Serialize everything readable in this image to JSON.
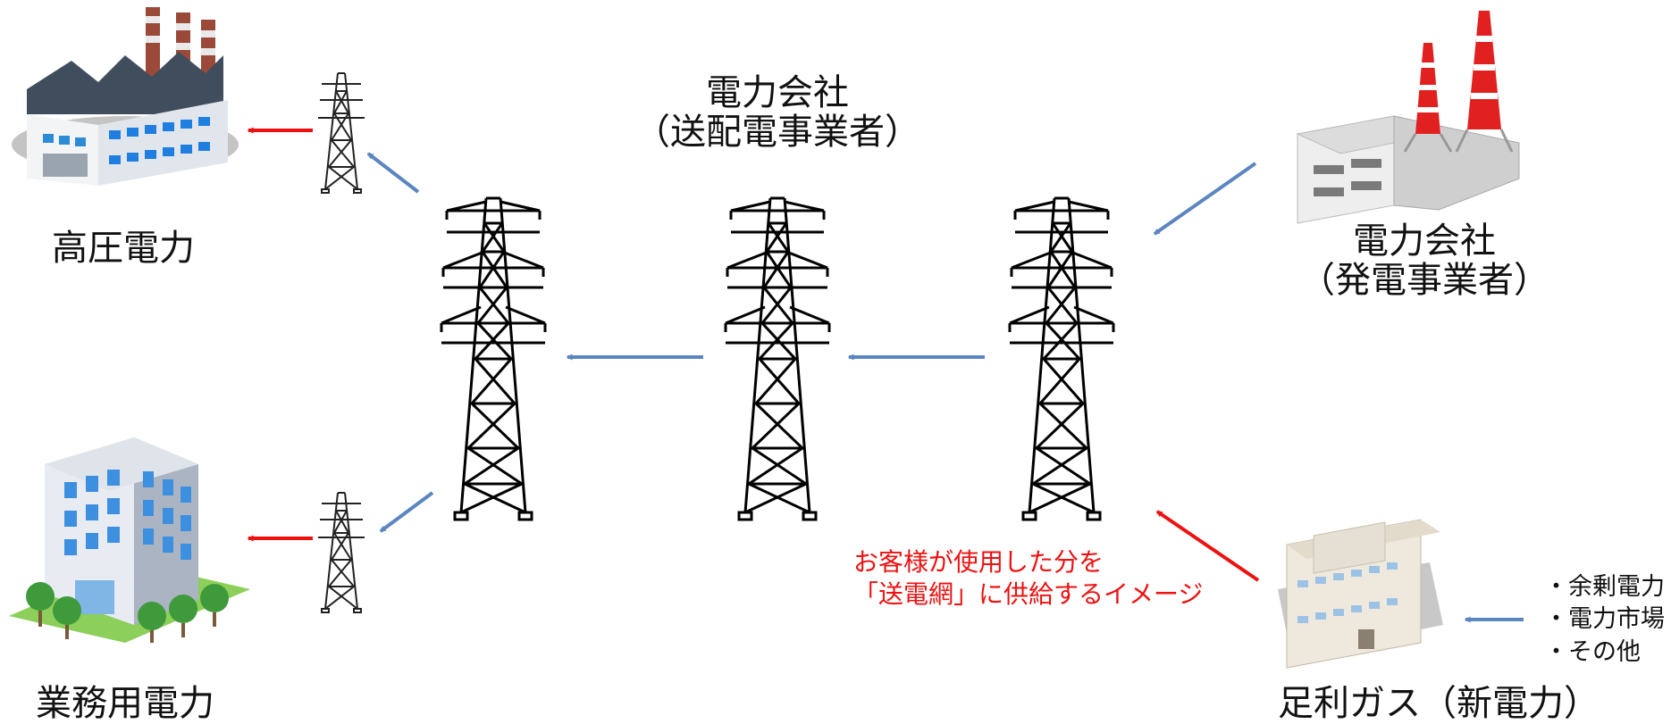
{
  "labels": {
    "high_voltage": "高圧電力",
    "commercial": "業務用電力",
    "transmission_title": "電力会社",
    "transmission_sub": "（送配電事業者）",
    "generation_title": "電力会社",
    "generation_sub": "（発電事業者）",
    "ashikaga": "足利ガス（新電力）"
  },
  "note": {
    "line1": "お客様が使用した分を",
    "line2": "「送電網」に供給するイメージ"
  },
  "sources": [
    "・余剰電力",
    "・電力市場",
    "・その他"
  ],
  "colors": {
    "red_arrow": "#ee1111",
    "blue_arrow": "#5b86c0",
    "note_text": "#ee1111"
  }
}
